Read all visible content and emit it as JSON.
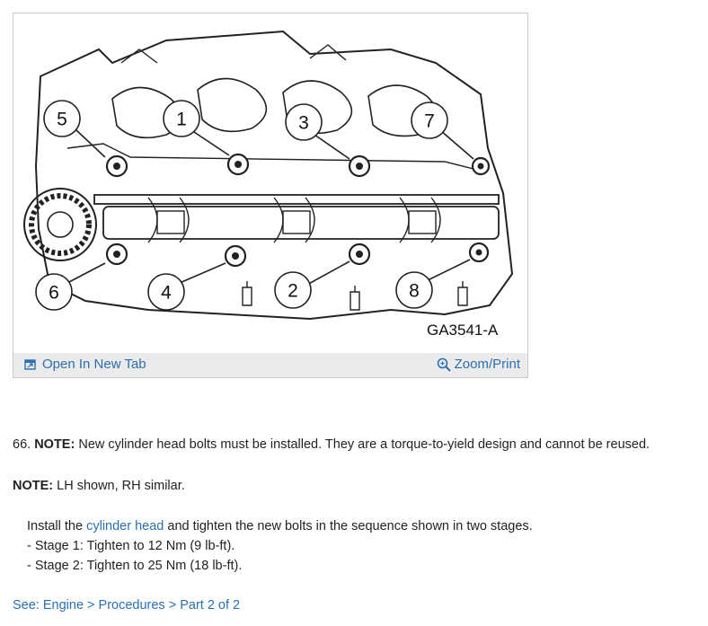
{
  "figure": {
    "code": "GA3541-A",
    "callouts": [
      "5",
      "1",
      "3",
      "7",
      "6",
      "4",
      "2",
      "8"
    ],
    "open_label": "Open In New Tab",
    "zoom_label": "Zoom/Print",
    "open_icon": "open-tab-icon",
    "zoom_icon": "magnifier-icon"
  },
  "step": {
    "number": "66.",
    "note_label": "NOTE:",
    "note_text": "New cylinder head bolts must be installed. They are a torque-to-yield design and cannot be reused."
  },
  "note2": {
    "label": "NOTE:",
    "text": "LH shown, RH similar."
  },
  "instruction": {
    "prefix": "Install the",
    "link": "cylinder head",
    "suffix": "and tighten the new bolts in the sequence shown in two stages."
  },
  "stages": [
    "-  Stage 1: Tighten to 12 Nm (9 lb-ft).",
    "-  Stage 2: Tighten to 25 Nm (18 lb-ft)."
  ],
  "see_link": "See: Engine > Procedures > Part 2 of 2",
  "colors": {
    "link": "#2a6fb3",
    "bar": "#ebebeb",
    "border": "#c9c9c9"
  }
}
